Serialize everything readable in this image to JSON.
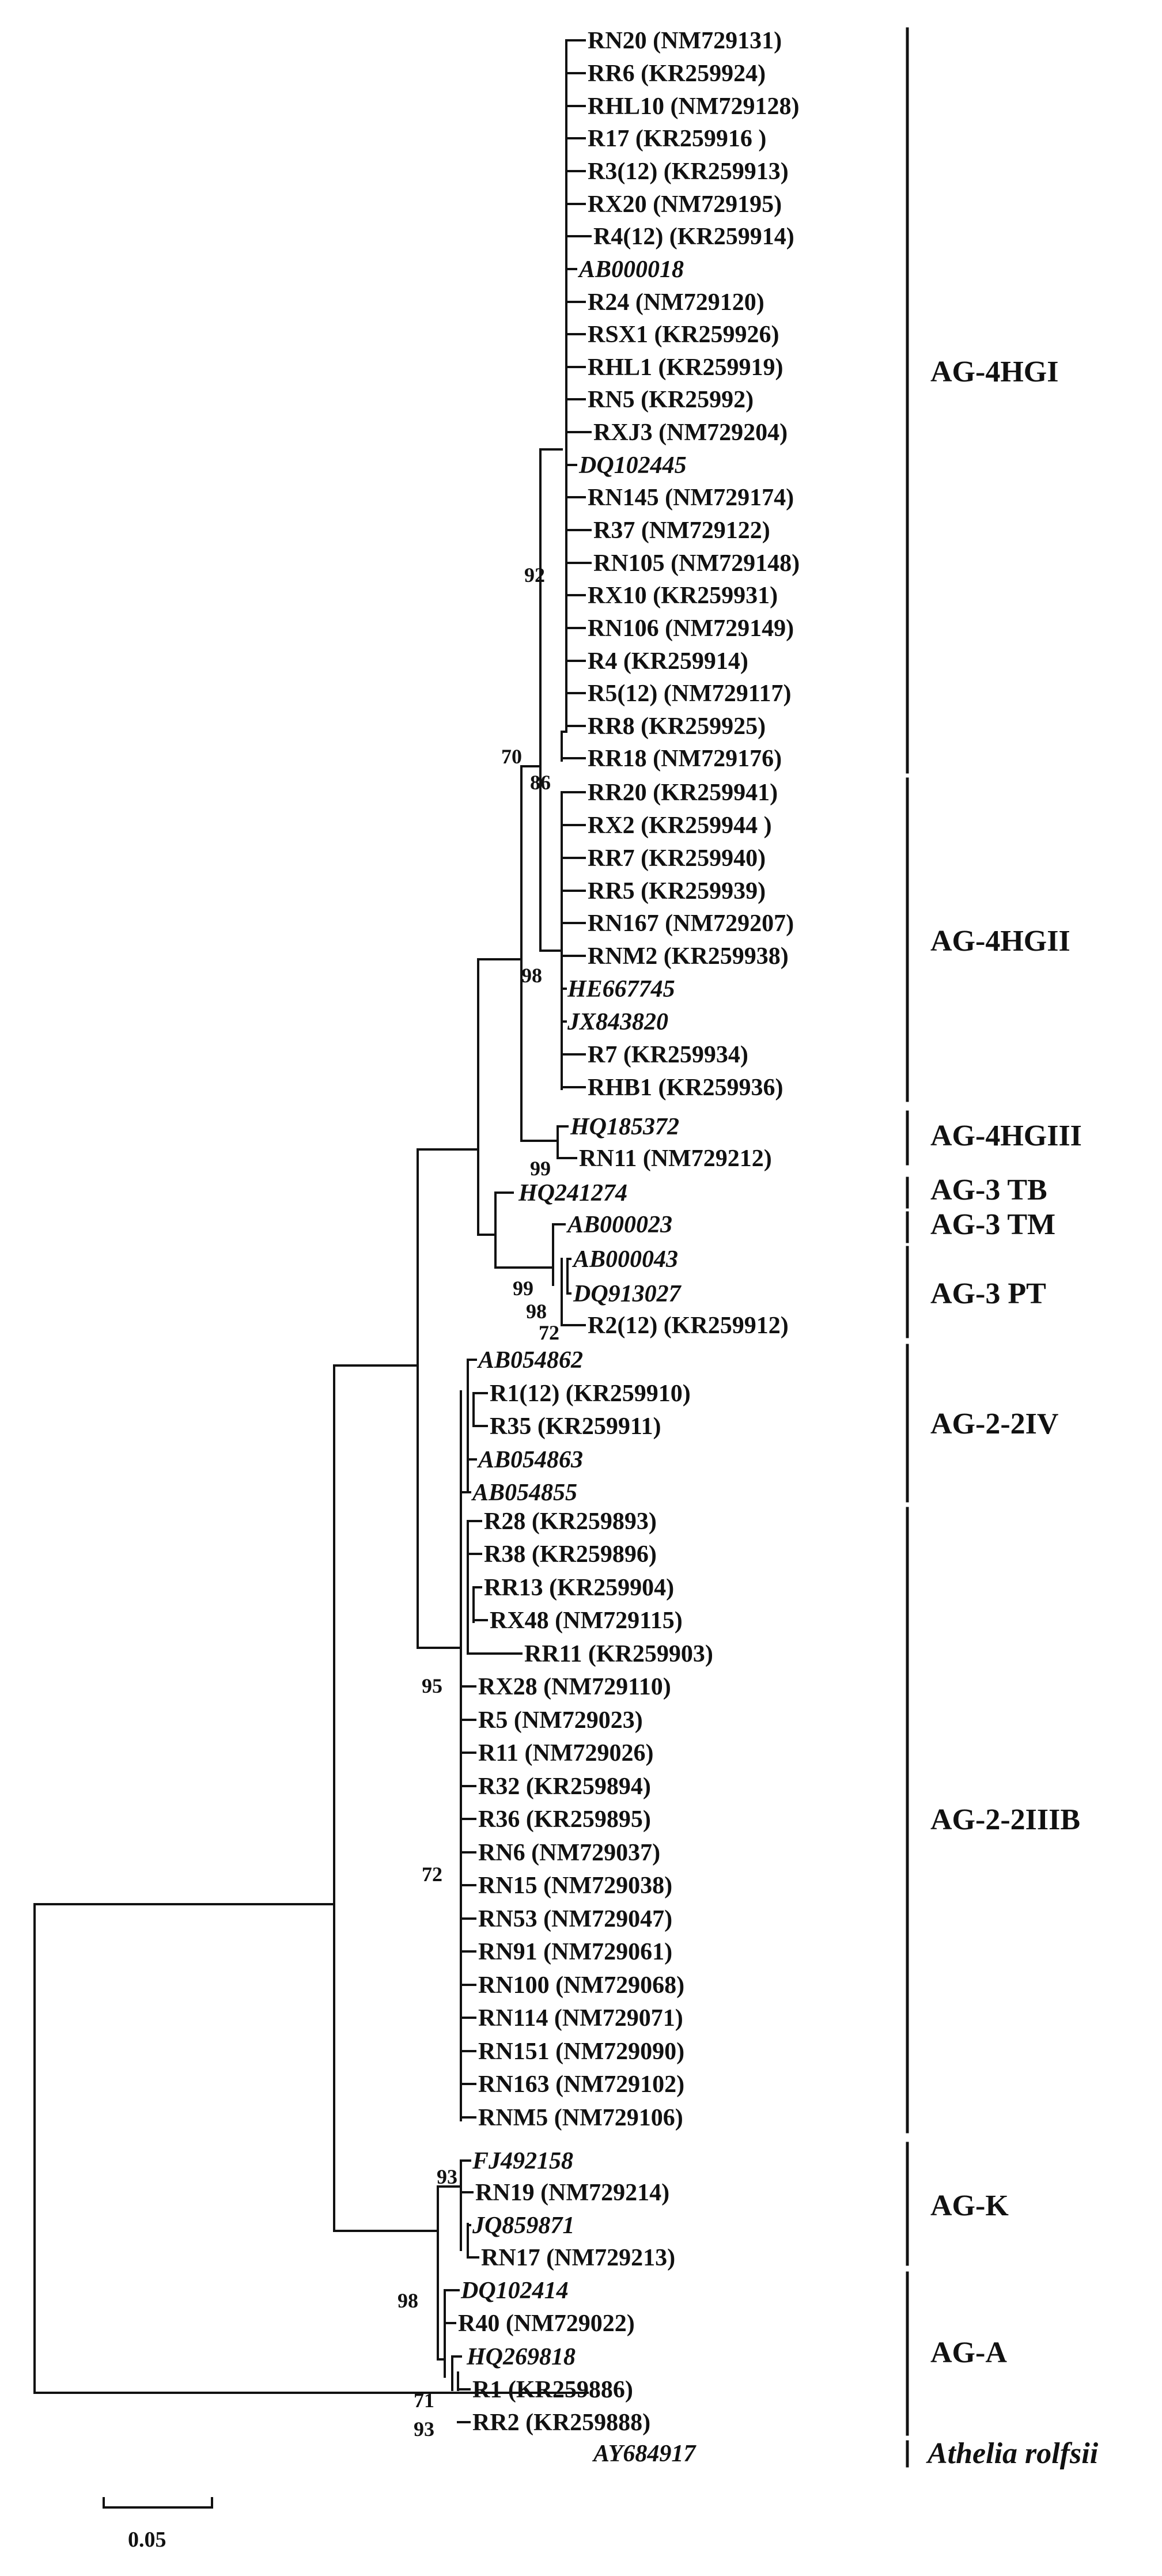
{
  "tree": {
    "leaves": [
      {
        "id": "t1",
        "label": "RN20 (NM729131)"
      },
      {
        "id": "t2",
        "label": "RR6 (KR259924)"
      },
      {
        "id": "t3",
        "label": "RHL10 (NM729128)"
      },
      {
        "id": "t4",
        "label": "R17 (KR259916 )"
      },
      {
        "id": "t5",
        "label": "R3(12) (KR259913)"
      },
      {
        "id": "t6",
        "label": "RX20 (NM729195)"
      },
      {
        "id": "t7",
        "label": "R4(12) (KR259914)"
      },
      {
        "id": "t8",
        "label": "AB000018",
        "ref": true
      },
      {
        "id": "t9",
        "label": "R24 (NM729120)"
      },
      {
        "id": "t10",
        "label": "RSX1 (KR259926)"
      },
      {
        "id": "t11",
        "label": "RHL1 (KR259919)"
      },
      {
        "id": "t12",
        "label": "RN5 (KR25992)"
      },
      {
        "id": "t13",
        "label": "RXJ3 (NM729204)"
      },
      {
        "id": "t14",
        "label": "DQ102445",
        "ref": true
      },
      {
        "id": "t15",
        "label": "RN145 (NM729174)"
      },
      {
        "id": "t16",
        "label": "R37 (NM729122)"
      },
      {
        "id": "t17",
        "label": "RN105 (NM729148)"
      },
      {
        "id": "t18",
        "label": "RX10 (KR259931)"
      },
      {
        "id": "t19",
        "label": "RN106 (NM729149)"
      },
      {
        "id": "t20",
        "label": "R4 (KR259914)"
      },
      {
        "id": "t21",
        "label": "R5(12) (NM729117)"
      },
      {
        "id": "t22",
        "label": "RR8 (KR259925)"
      },
      {
        "id": "t23",
        "label": "RR18 (NM729176)"
      },
      {
        "id": "t24",
        "label": "RR20 (KR259941)"
      },
      {
        "id": "t25",
        "label": "RX2 (KR259944 )"
      },
      {
        "id": "t26",
        "label": "RR7 (KR259940)"
      },
      {
        "id": "t27",
        "label": "RR5 (KR259939)"
      },
      {
        "id": "t28",
        "label": "RN167 (NM729207)"
      },
      {
        "id": "t29",
        "label": "RNM2 (KR259938)"
      },
      {
        "id": "t30",
        "label": "HE667745",
        "ref": true
      },
      {
        "id": "t31",
        "label": "JX843820",
        "ref": true
      },
      {
        "id": "t32",
        "label": "R7 (KR259934)"
      },
      {
        "id": "t33",
        "label": "RHB1 (KR259936)"
      },
      {
        "id": "t34",
        "label": "HQ185372",
        "ref": true
      },
      {
        "id": "t35",
        "label": "RN11 (NM729212)"
      },
      {
        "id": "t36",
        "label": "HQ241274",
        "ref": true
      },
      {
        "id": "t37",
        "label": "AB000023",
        "ref": true
      },
      {
        "id": "t38",
        "label": "AB000043",
        "ref": true
      },
      {
        "id": "t39",
        "label": "DQ913027",
        "ref": true
      },
      {
        "id": "t40",
        "label": "R2(12) (KR259912)"
      },
      {
        "id": "t41",
        "label": "AB054862",
        "ref": true
      },
      {
        "id": "t42",
        "label": "R1(12) (KR259910)"
      },
      {
        "id": "t43",
        "label": "R35 (KR259911)"
      },
      {
        "id": "t44",
        "label": "AB054863",
        "ref": true
      },
      {
        "id": "t45",
        "label": "AB054855",
        "ref": true
      },
      {
        "id": "t46",
        "label": "R28 (KR259893)"
      },
      {
        "id": "t47",
        "label": "R38 (KR259896)"
      },
      {
        "id": "t48",
        "label": "RR13 (KR259904)"
      },
      {
        "id": "t49",
        "label": "RX48 (NM729115)"
      },
      {
        "id": "t50",
        "label": "RR11 (KR259903)"
      },
      {
        "id": "t51",
        "label": "RX28 (NM729110)"
      },
      {
        "id": "t52",
        "label": "R5 (NM729023)"
      },
      {
        "id": "t53",
        "label": "R11 (NM729026)"
      },
      {
        "id": "t54",
        "label": "R32 (KR259894)"
      },
      {
        "id": "t55",
        "label": "R36 (KR259895)"
      },
      {
        "id": "t56",
        "label": "RN6 (NM729037)"
      },
      {
        "id": "t57",
        "label": "RN15 (NM729038)"
      },
      {
        "id": "t58",
        "label": "RN53 (NM729047)"
      },
      {
        "id": "t59",
        "label": "RN91 (NM729061)"
      },
      {
        "id": "t60",
        "label": "RN100 (NM729068)"
      },
      {
        "id": "t61",
        "label": "RN114 (NM729071)"
      },
      {
        "id": "t62",
        "label": "RN151 (NM729090)"
      },
      {
        "id": "t63",
        "label": "RN163 (NM729102)"
      },
      {
        "id": "t64",
        "label": "RNM5 (NM729106)"
      },
      {
        "id": "t65",
        "label": "FJ492158",
        "ref": true
      },
      {
        "id": "t66",
        "label": "RN19 (NM729214)"
      },
      {
        "id": "t67",
        "label": "JQ859871",
        "ref": true
      },
      {
        "id": "t68",
        "label": "RN17 (NM729213)"
      },
      {
        "id": "t69",
        "label": "DQ102414",
        "ref": true
      },
      {
        "id": "t70",
        "label": "R40 (NM729022)"
      },
      {
        "id": "t71",
        "label": "HQ269818",
        "ref": true
      },
      {
        "id": "t72",
        "label": "R1 (KR259886)"
      },
      {
        "id": "t73",
        "label": "RR2 (KR259888)"
      },
      {
        "id": "t74",
        "label": "AY684917",
        "ref": true
      }
    ],
    "bootstrap": [
      {
        "id": "b1",
        "value": "92"
      },
      {
        "id": "b2",
        "value": "70"
      },
      {
        "id": "b3",
        "value": "86"
      },
      {
        "id": "b4",
        "value": "98"
      },
      {
        "id": "b5",
        "value": "99"
      },
      {
        "id": "b6",
        "value": "99"
      },
      {
        "id": "b7",
        "value": "98"
      },
      {
        "id": "b8",
        "value": "72"
      },
      {
        "id": "b9",
        "value": "95"
      },
      {
        "id": "b10",
        "value": "72"
      },
      {
        "id": "b11",
        "value": "93"
      },
      {
        "id": "b12",
        "value": "98"
      },
      {
        "id": "b13",
        "value": "71"
      },
      {
        "id": "b14",
        "value": "93"
      }
    ],
    "groups": [
      {
        "id": "g1",
        "label": "AG-4HGI"
      },
      {
        "id": "g2",
        "label": "AG-4HGII"
      },
      {
        "id": "g3",
        "label": "AG-4HGIII"
      },
      {
        "id": "g4",
        "label": "AG-3 TB"
      },
      {
        "id": "g5",
        "label": "AG-3 TM"
      },
      {
        "id": "g6",
        "label": "AG-3 PT"
      },
      {
        "id": "g7",
        "label": "AG-2-2IV"
      },
      {
        "id": "g8",
        "label": "AG-2-2IIIB"
      },
      {
        "id": "g9",
        "label": "AG-K"
      },
      {
        "id": "g10",
        "label": "AG-A"
      },
      {
        "id": "g11",
        "label": "Athelia rolfsii",
        "ref": true
      }
    ],
    "scale_bar": {
      "label": "0.05",
      "value": 0.05
    },
    "colors": {
      "ink": "#111111",
      "background": "#ffffff"
    }
  }
}
